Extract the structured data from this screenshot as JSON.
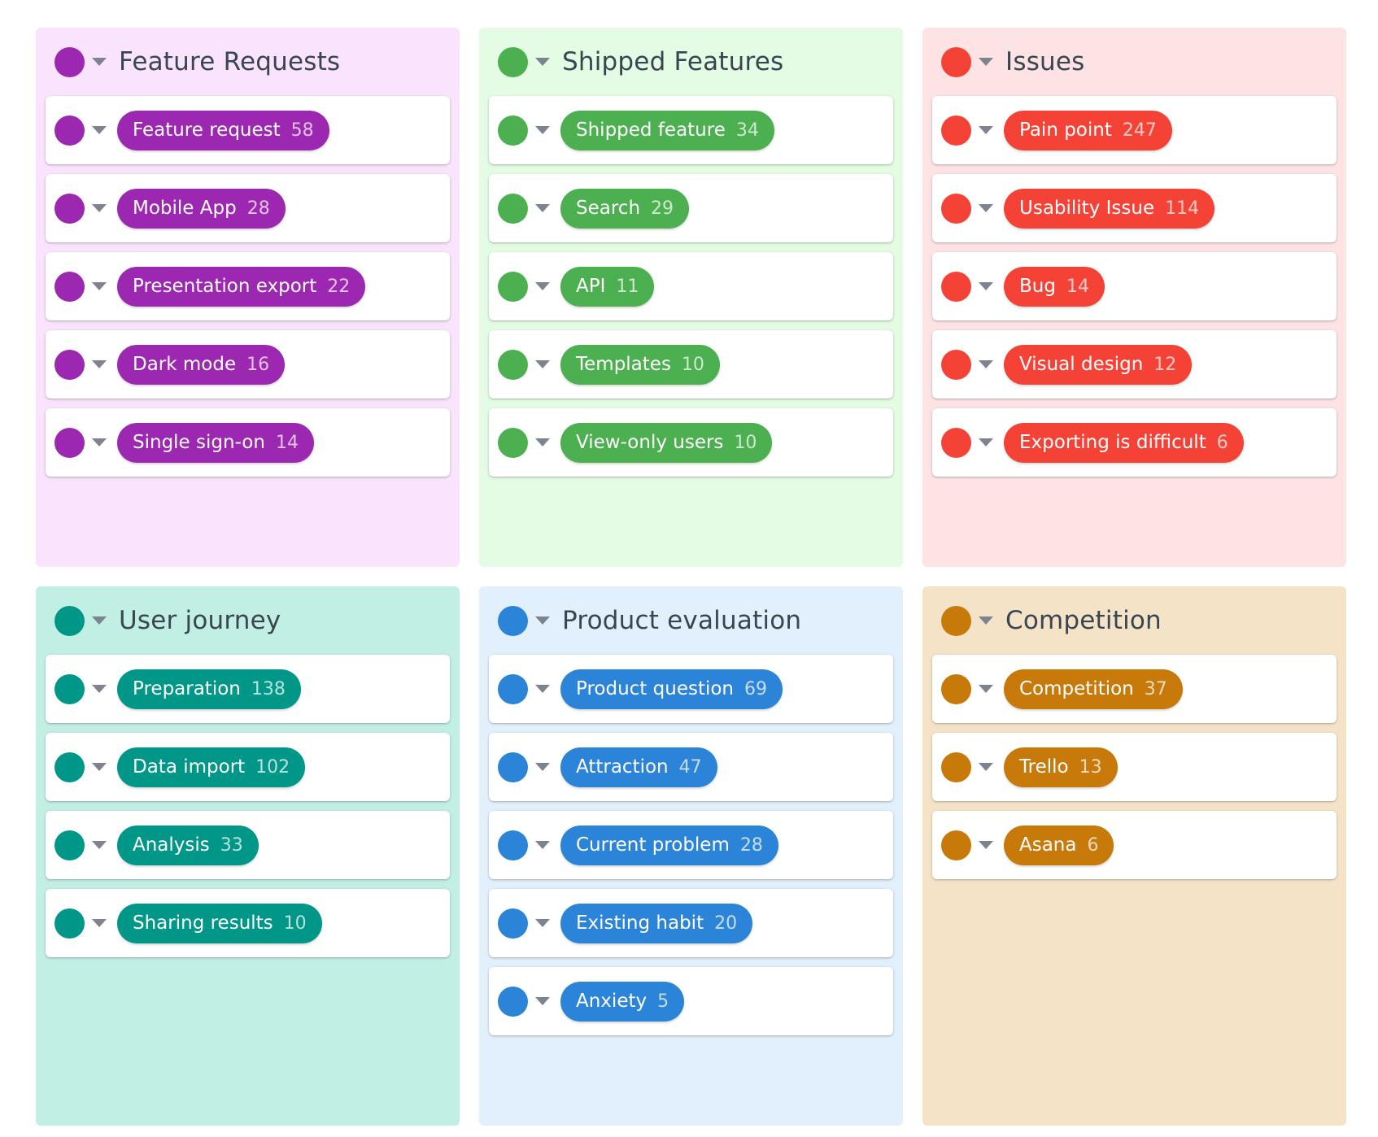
{
  "board": {
    "groups": [
      {
        "title": "Feature Requests",
        "color": "#9c27b0",
        "background": "#fae3fc",
        "tags": [
          {
            "label": "Feature request",
            "count": "58"
          },
          {
            "label": "Mobile App",
            "count": "28"
          },
          {
            "label": "Presentation export",
            "count": "22"
          },
          {
            "label": "Dark mode",
            "count": "16"
          },
          {
            "label": "Single sign-on",
            "count": "14"
          }
        ]
      },
      {
        "title": "Shipped Features",
        "color": "#4caf50",
        "background": "#e3fce3",
        "tags": [
          {
            "label": "Shipped feature",
            "count": "34"
          },
          {
            "label": "Search",
            "count": "29"
          },
          {
            "label": "API",
            "count": "11"
          },
          {
            "label": "Templates",
            "count": "10"
          },
          {
            "label": "View-only users",
            "count": "10"
          }
        ]
      },
      {
        "title": "Issues",
        "color": "#f44336",
        "background": "#fde3e3",
        "tags": [
          {
            "label": "Pain point",
            "count": "247"
          },
          {
            "label": "Usability Issue",
            "count": "114"
          },
          {
            "label": "Bug",
            "count": "14"
          },
          {
            "label": "Visual design",
            "count": "12"
          },
          {
            "label": "Exporting is difficult",
            "count": "6"
          }
        ]
      },
      {
        "title": "User journey",
        "color": "#009688",
        "background": "#c2efe3",
        "tags": [
          {
            "label": "Preparation",
            "count": "138"
          },
          {
            "label": "Data import",
            "count": "102"
          },
          {
            "label": "Analysis",
            "count": "33"
          },
          {
            "label": "Sharing results",
            "count": "10"
          }
        ]
      },
      {
        "title": "Product evaluation",
        "color": "#2b84d8",
        "background": "#e2f0fd",
        "tags": [
          {
            "label": "Product question",
            "count": "69"
          },
          {
            "label": "Attraction",
            "count": "47"
          },
          {
            "label": "Current problem",
            "count": "28"
          },
          {
            "label": "Existing habit",
            "count": "20"
          },
          {
            "label": "Anxiety",
            "count": "5"
          }
        ]
      },
      {
        "title": "Competition",
        "color": "#c77a0a",
        "background": "#f5e3c8",
        "tags": [
          {
            "label": "Competition",
            "count": "37"
          },
          {
            "label": "Trello",
            "count": "13"
          },
          {
            "label": "Asana",
            "count": "6"
          }
        ]
      }
    ]
  }
}
